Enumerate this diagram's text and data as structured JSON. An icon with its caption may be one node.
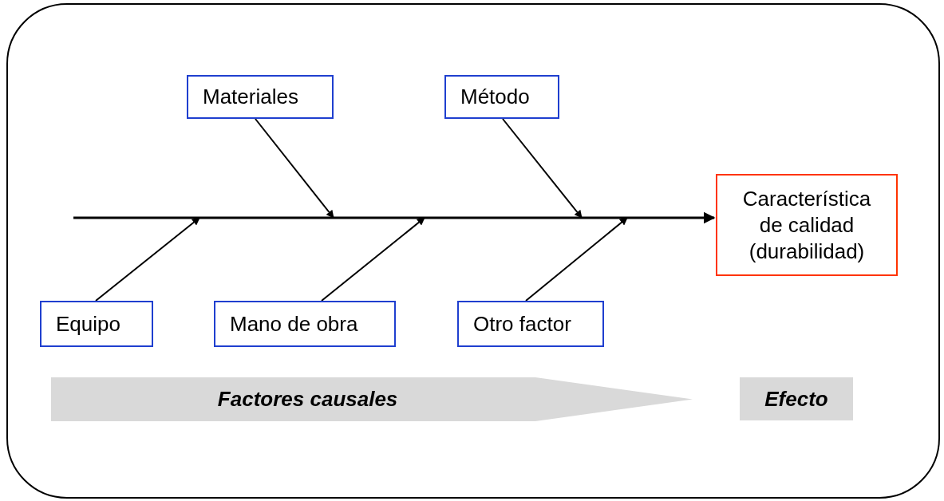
{
  "diagram": {
    "nodes": [
      {
        "text": [
          "Materiales"
        ]
      },
      {
        "text": [
          "Método"
        ]
      },
      {
        "text": [
          "Característica de calidad (durabilidad)"
        ]
      },
      {
        "text": [
          "Equipo"
        ]
      },
      {
        "text": [
          "Mano de obra"
        ]
      },
      {
        "text": [
          "Otro factor"
        ]
      },
      {
        "text": [
          "Factores causales"
        ]
      },
      {
        "text": [
          "Efecto"
        ]
      }
    ],
    "edges": [
      {
        "from": null,
        "to": 2,
        "arrow": "to"
      },
      {
        "from": 0,
        "to": null,
        "arrow": "to"
      },
      {
        "from": 1,
        "to": null,
        "arrow": "to"
      },
      {
        "from": 3,
        "to": null,
        "arrow": "to"
      },
      {
        "from": 4,
        "to": null,
        "arrow": "to"
      },
      {
        "from": 5,
        "to": null,
        "arrow": "to"
      }
    ]
  }
}
